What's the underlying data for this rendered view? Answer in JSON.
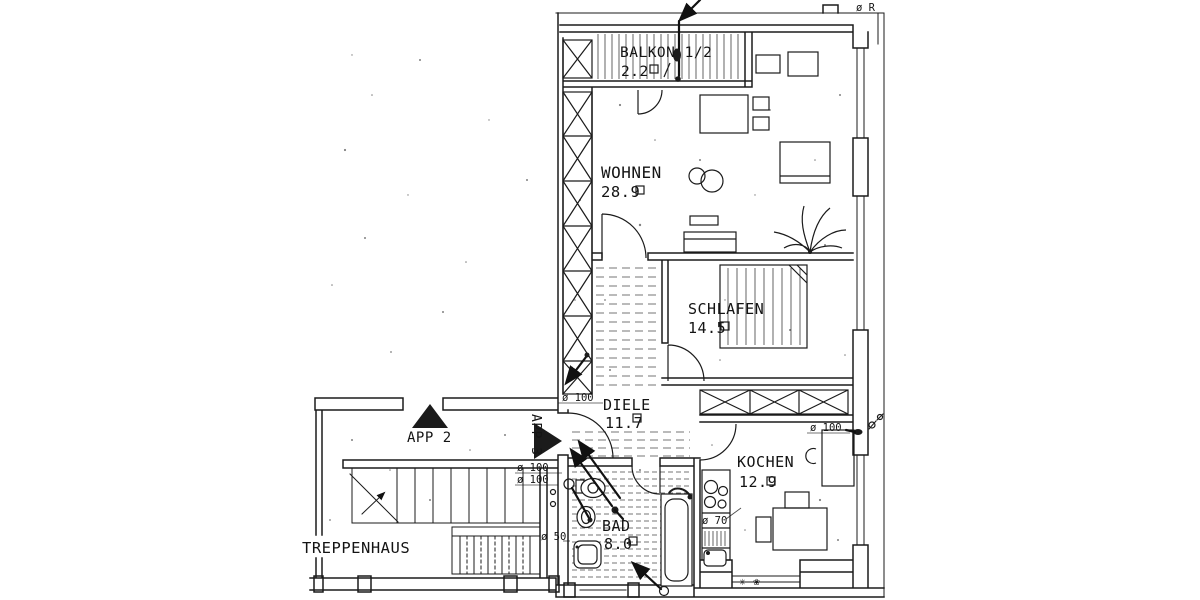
{
  "colors": {
    "ink": "#1b1b1b",
    "paper": "#ffffff"
  },
  "rooms": {
    "balkon": {
      "label": "BALKON 1/2",
      "area": "2.2"
    },
    "wohnen": {
      "label": "WOHNEN",
      "area": "28.9"
    },
    "schlafen": {
      "label": "SCHLAFEN",
      "area": "14.5"
    },
    "diele": {
      "label": "DIELE",
      "area": "11.7"
    },
    "kochen": {
      "label": "KOCHEN",
      "area": "12.9"
    },
    "bad": {
      "label": "BAD",
      "area": "8.0"
    },
    "treppenhaus": {
      "label": "TREPPENHAUS"
    }
  },
  "apartments": {
    "app2": "APP 2",
    "app3": "APP 3"
  },
  "annotations": {
    "pipe_100": "ø 100",
    "pipe_70": "ø 70",
    "pipe_50": "ø 50",
    "roof_r": "ø R",
    "vent_symbols": "✳ ❀"
  }
}
